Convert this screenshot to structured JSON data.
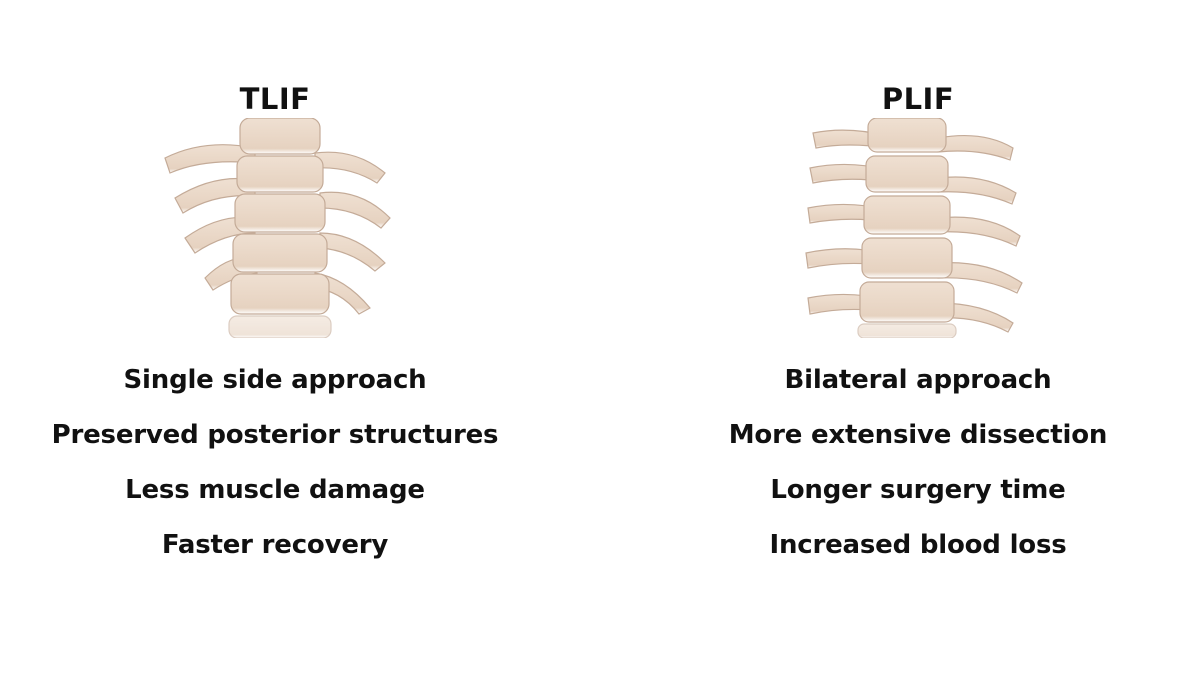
{
  "tlif": {
    "title": "TLIF",
    "points": [
      "Single side approach",
      "Preserved posterior structures",
      "Less muscle damage",
      "Faster recovery"
    ]
  },
  "plif": {
    "title": "PLIF",
    "points": [
      "Bilateral approach",
      "More extensive dissection",
      "Longer surgery time",
      "Increased blood loss"
    ]
  },
  "colors": {
    "bone": "#e8d6c6",
    "bone_shadow": "#c9b2a0",
    "text": "#111111"
  }
}
